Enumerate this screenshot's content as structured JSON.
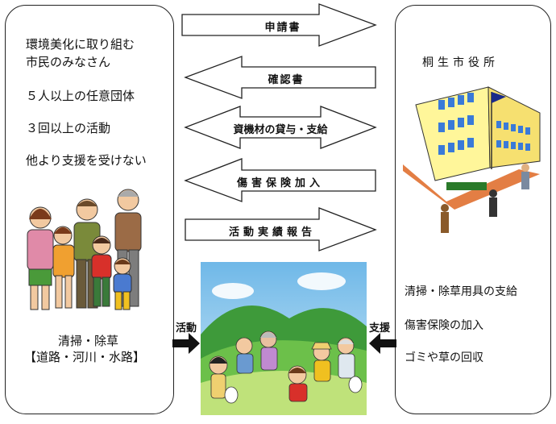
{
  "left": {
    "lines": [
      "環境美化に取り組む",
      "市民のみなさん",
      "５人以上の任意団体",
      "３回以上の活動",
      "他より支援を受けない"
    ],
    "bottom_line1": "清掃・除草",
    "bottom_line2": "【道路・河川・水路】"
  },
  "arrows": {
    "shinseisho": "申請書",
    "kakuninsho": "確認書",
    "shizai": "資機材の貸与・支給",
    "shogai": "傷害保険加入",
    "katsudo_hokoku": "活動実績報告"
  },
  "side_arrows": {
    "left": "活動",
    "right": "支援"
  },
  "right": {
    "title": "桐生市役所",
    "items": [
      "清掃・除草用具の支給",
      "傷害保険の加入",
      "ゴミや草の回収"
    ]
  }
}
